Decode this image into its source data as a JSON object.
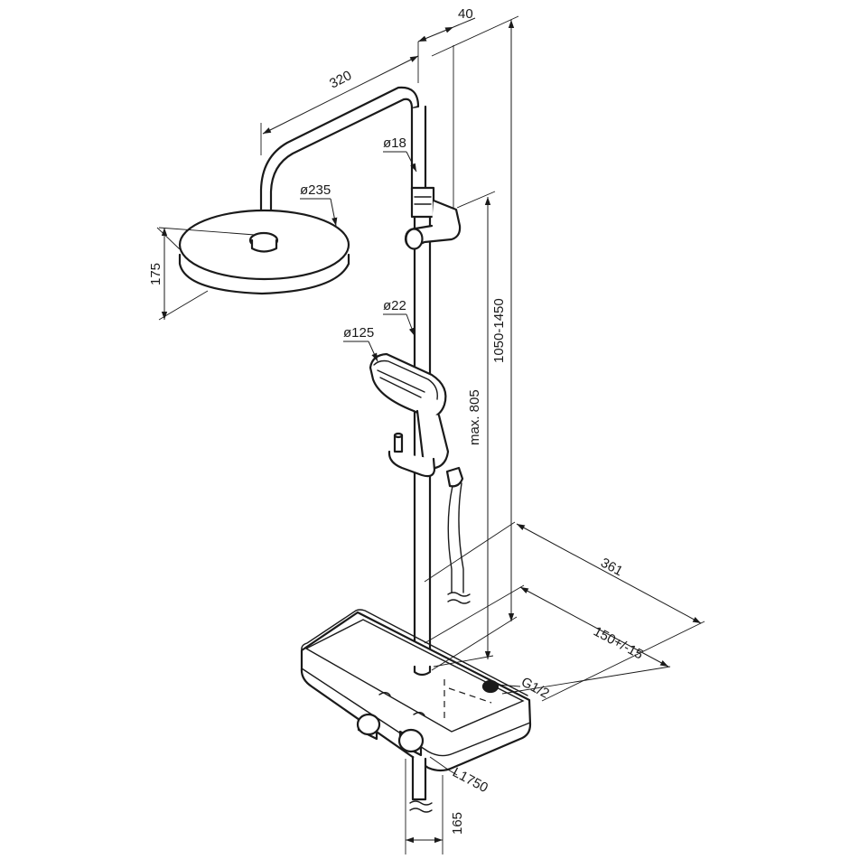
{
  "dimensions": {
    "arm_reach": "320",
    "rail_offset": "40",
    "pipe_diameter": "ø18",
    "head_diameter": "ø235",
    "head_height": "175",
    "rail_diameter": "ø22",
    "hand_shower_diameter": "ø125",
    "overall_height": "1050-1450",
    "max_height": "max. 805",
    "depth": "361",
    "inlet_spacing": "150+/-15",
    "connection": "G1/2",
    "hose_length": "L1750",
    "outlet_offset": "165"
  }
}
